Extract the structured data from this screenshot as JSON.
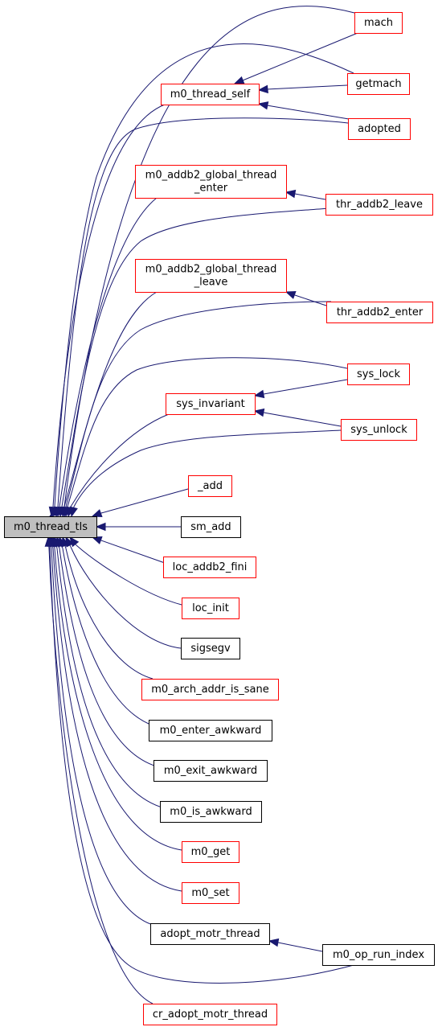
{
  "colors": {
    "edge": "#191970",
    "link_border": "#ff0000",
    "plain_border": "#000000",
    "root_fill": "#bfbfbf",
    "node_fill": "#ffffff"
  },
  "nodes": [
    {
      "id": "root",
      "label": "m0_thread_tls",
      "kind": "root"
    },
    {
      "id": "mach",
      "label": "mach",
      "kind": "link"
    },
    {
      "id": "getmach",
      "label": "getmach",
      "kind": "link"
    },
    {
      "id": "m0_thread_self",
      "label": "m0_thread_self",
      "kind": "link"
    },
    {
      "id": "adopted",
      "label": "adopted",
      "kind": "link"
    },
    {
      "id": "global_enter",
      "label": [
        "m0_addb2_global_thread",
        "_enter"
      ],
      "kind": "link"
    },
    {
      "id": "thr_addb2_leave",
      "label": "thr_addb2_leave",
      "kind": "link"
    },
    {
      "id": "global_leave",
      "label": [
        "m0_addb2_global_thread",
        "_leave"
      ],
      "kind": "link"
    },
    {
      "id": "thr_addb2_enter",
      "label": "thr_addb2_enter",
      "kind": "link"
    },
    {
      "id": "sys_lock",
      "label": "sys_lock",
      "kind": "link"
    },
    {
      "id": "sys_invariant",
      "label": "sys_invariant",
      "kind": "link"
    },
    {
      "id": "sys_unlock",
      "label": "sys_unlock",
      "kind": "link"
    },
    {
      "id": "add",
      "label": "_add",
      "kind": "link"
    },
    {
      "id": "sm_add",
      "label": "sm_add",
      "kind": "plain"
    },
    {
      "id": "loc_addb2_fini",
      "label": "loc_addb2_fini",
      "kind": "link"
    },
    {
      "id": "loc_init",
      "label": "loc_init",
      "kind": "link"
    },
    {
      "id": "sigsegv",
      "label": "sigsegv",
      "kind": "plain"
    },
    {
      "id": "m0_arch_addr_is_sane",
      "label": "m0_arch_addr_is_sane",
      "kind": "link"
    },
    {
      "id": "m0_enter_awkward",
      "label": "m0_enter_awkward",
      "kind": "plain"
    },
    {
      "id": "m0_exit_awkward",
      "label": "m0_exit_awkward",
      "kind": "plain"
    },
    {
      "id": "m0_is_awkward",
      "label": "m0_is_awkward",
      "kind": "plain"
    },
    {
      "id": "m0_get",
      "label": "m0_get",
      "kind": "link"
    },
    {
      "id": "m0_set",
      "label": "m0_set",
      "kind": "link"
    },
    {
      "id": "adopt_motr_thread",
      "label": "adopt_motr_thread",
      "kind": "plain"
    },
    {
      "id": "m0_op_run_index",
      "label": "m0_op_run_index",
      "kind": "plain"
    },
    {
      "id": "cr_adopt_motr_thread",
      "label": "cr_adopt_motr_thread",
      "kind": "link"
    }
  ],
  "edges": [
    {
      "from": "mach",
      "to": "root"
    },
    {
      "from": "mach",
      "to": "m0_thread_self"
    },
    {
      "from": "getmach",
      "to": "root"
    },
    {
      "from": "getmach",
      "to": "m0_thread_self"
    },
    {
      "from": "adopted",
      "to": "root"
    },
    {
      "from": "adopted",
      "to": "m0_thread_self"
    },
    {
      "from": "m0_thread_self",
      "to": "root"
    },
    {
      "from": "global_enter",
      "to": "root"
    },
    {
      "from": "thr_addb2_leave",
      "to": "global_enter"
    },
    {
      "from": "thr_addb2_leave",
      "to": "root"
    },
    {
      "from": "global_leave",
      "to": "root"
    },
    {
      "from": "thr_addb2_enter",
      "to": "global_leave"
    },
    {
      "from": "thr_addb2_enter",
      "to": "root"
    },
    {
      "from": "sys_lock",
      "to": "root"
    },
    {
      "from": "sys_lock",
      "to": "sys_invariant"
    },
    {
      "from": "sys_invariant",
      "to": "root"
    },
    {
      "from": "sys_unlock",
      "to": "sys_invariant"
    },
    {
      "from": "sys_unlock",
      "to": "root"
    },
    {
      "from": "add",
      "to": "root"
    },
    {
      "from": "sm_add",
      "to": "root"
    },
    {
      "from": "loc_addb2_fini",
      "to": "root"
    },
    {
      "from": "loc_init",
      "to": "root"
    },
    {
      "from": "sigsegv",
      "to": "root"
    },
    {
      "from": "m0_arch_addr_is_sane",
      "to": "root"
    },
    {
      "from": "m0_enter_awkward",
      "to": "root"
    },
    {
      "from": "m0_exit_awkward",
      "to": "root"
    },
    {
      "from": "m0_is_awkward",
      "to": "root"
    },
    {
      "from": "m0_get",
      "to": "root"
    },
    {
      "from": "m0_set",
      "to": "root"
    },
    {
      "from": "adopt_motr_thread",
      "to": "root"
    },
    {
      "from": "m0_op_run_index",
      "to": "adopt_motr_thread"
    },
    {
      "from": "m0_op_run_index",
      "to": "root"
    },
    {
      "from": "cr_adopt_motr_thread",
      "to": "root"
    }
  ]
}
